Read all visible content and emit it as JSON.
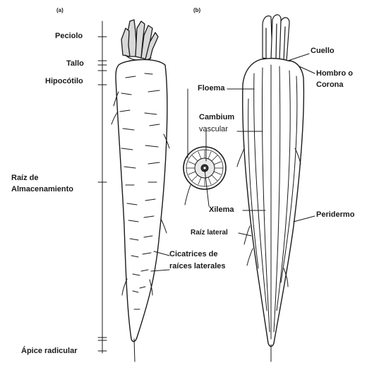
{
  "panels": {
    "a": "(a)",
    "b": "(b)"
  },
  "left_labels": {
    "peciolo": "Peciolo",
    "tallo": "Tallo",
    "hipocotilo": "Hipocótilo",
    "raiz_line1": "Raíz de",
    "raiz_line2": "Almacenamiento",
    "apice": "Ápice radicular"
  },
  "center_labels": {
    "cicatrices_line1": "Cicatrices de",
    "cicatrices_line2": "raíces laterales"
  },
  "right_labels": {
    "cuello": "Cuello",
    "hombro_line1": "Hombro o",
    "hombro_line2": "Corona",
    "floema": "Floema",
    "cambium_line1": "Cambium",
    "cambium_line2": "vascular",
    "xilema": "Xilema",
    "raiz_lateral": "Raíz lateral",
    "peridermo": "Peridermo"
  },
  "colors": {
    "ink": "#1a1a1a",
    "background": "#ffffff"
  }
}
